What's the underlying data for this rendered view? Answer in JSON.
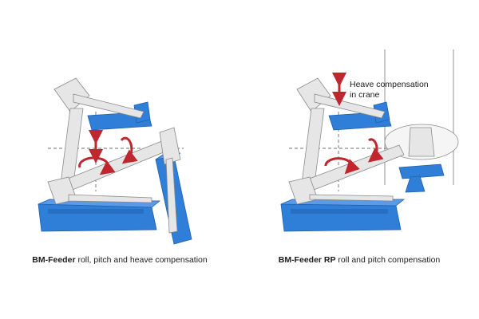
{
  "left_panel": {
    "caption_bold": "BM-Feeder",
    "caption_rest": " roll, pitch and heave compensation"
  },
  "right_panel": {
    "caption_bold": "BM-Feeder RP",
    "caption_rest": " roll and pitch compensation",
    "note_line1": "Heave compensation",
    "note_line2": "in crane"
  },
  "colors": {
    "base_blue": "#2f7fd8",
    "base_blue_dark": "#1f5fae",
    "frame_grey": "#e6e6e6",
    "frame_outline": "#8a8a8a",
    "arrow_red": "#c0262d"
  }
}
